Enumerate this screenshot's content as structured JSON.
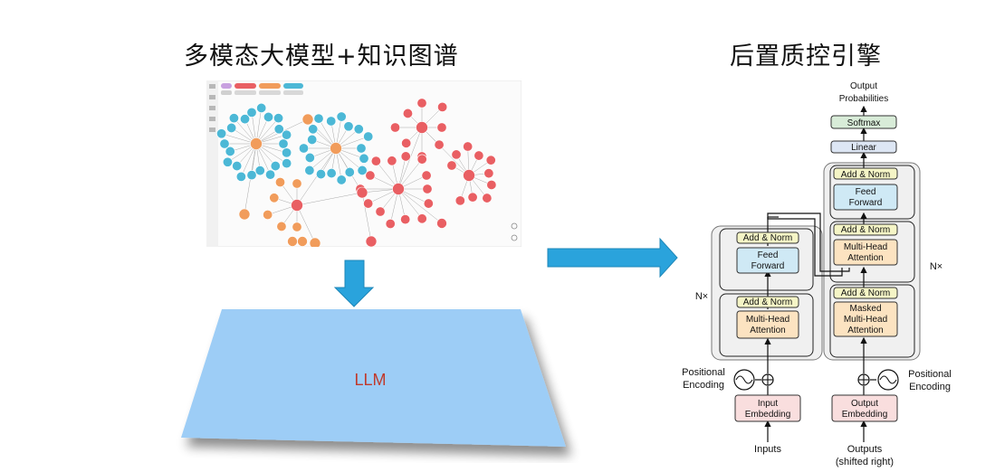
{
  "left_title": "多模态大模型+知识图谱",
  "right_title": "后置质控引擎",
  "llm_label": "LLM",
  "transformer": {
    "output_probabilities": [
      "Output",
      "Probabilities"
    ],
    "softmax": "Softmax",
    "linear": "Linear",
    "add_norm": "Add & Norm",
    "feed_forward": [
      "Feed",
      "Forward"
    ],
    "multi_head_attention": [
      "Multi-Head",
      "Attention"
    ],
    "masked_multi_head_attention": [
      "Masked",
      "Multi-Head",
      "Attention"
    ],
    "nx": "N×",
    "positional_encoding": [
      "Positional",
      "Encoding"
    ],
    "input_embedding": [
      "Input",
      "Embedding"
    ],
    "output_embedding": [
      "Output",
      "Embedding"
    ],
    "inputs": "Inputs",
    "outputs": [
      "Outputs",
      "(shifted right)"
    ]
  },
  "colors": {
    "kg_blue": "#4cb8d6",
    "kg_orange": "#f19c5b",
    "kg_red": "#e95f63",
    "llm_fill": "#9dcdf6",
    "llm_text": "#c0392b",
    "arrow": "#2aa3dc",
    "add_norm_fill": "#f5f5c6",
    "feed_forward_fill": "#cfe9f5",
    "attention_fill": "#fce3c1",
    "linear_fill": "#dde6f4",
    "softmax_fill": "#d8ecd8",
    "embedding_fill": "#f9dede"
  }
}
